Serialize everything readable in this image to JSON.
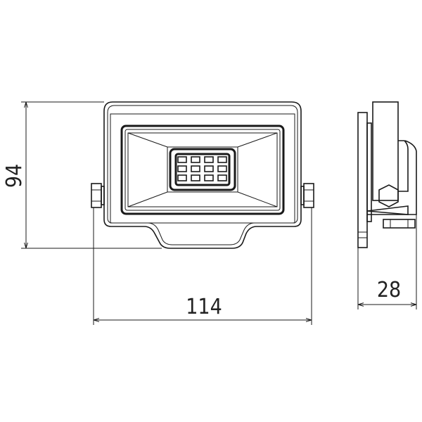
{
  "dimensions": {
    "height": "94",
    "width": "114",
    "depth": "28"
  },
  "led_grid": {
    "rows": 3,
    "cols": 4
  }
}
